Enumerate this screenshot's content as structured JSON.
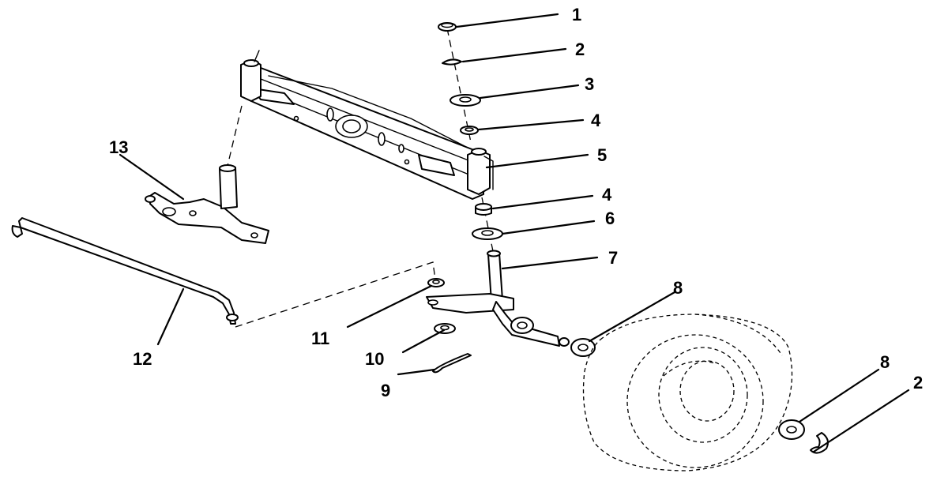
{
  "diagram": {
    "callouts": [
      {
        "id": "c1",
        "label": "1"
      },
      {
        "id": "c2a",
        "label": "2"
      },
      {
        "id": "c3",
        "label": "3"
      },
      {
        "id": "c4a",
        "label": "4"
      },
      {
        "id": "c5",
        "label": "5"
      },
      {
        "id": "c4b",
        "label": "4"
      },
      {
        "id": "c6",
        "label": "6"
      },
      {
        "id": "c7",
        "label": "7"
      },
      {
        "id": "c8a",
        "label": "8"
      },
      {
        "id": "c8b",
        "label": "8"
      },
      {
        "id": "c2b",
        "label": "2"
      },
      {
        "id": "c9",
        "label": "9"
      },
      {
        "id": "c10",
        "label": "10"
      },
      {
        "id": "c11",
        "label": "11"
      },
      {
        "id": "c12",
        "label": "12"
      },
      {
        "id": "c13",
        "label": "13"
      }
    ]
  }
}
